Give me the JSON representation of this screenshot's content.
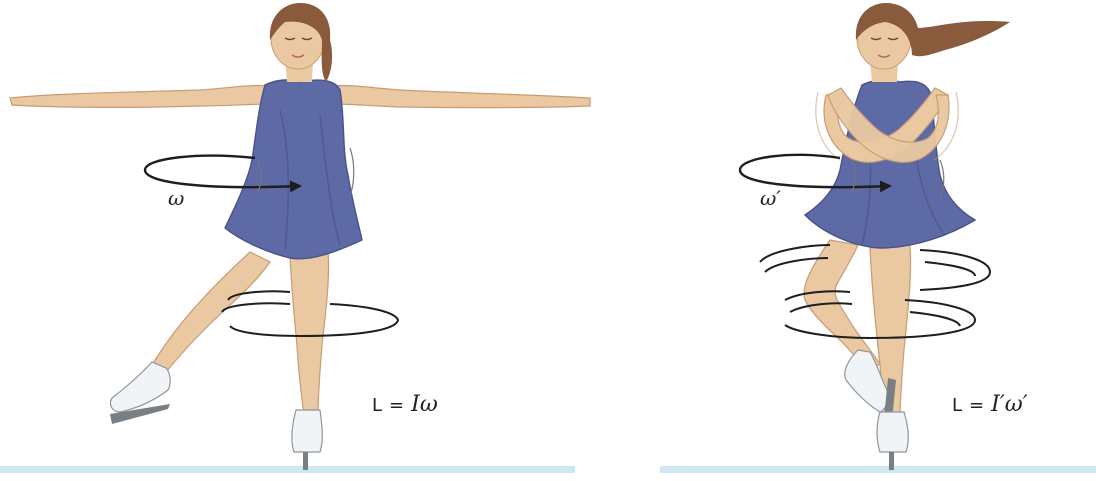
{
  "panels": [
    {
      "id": "arms-extended",
      "omega_label": "ω",
      "equation": {
        "lhs": "L",
        "op": "=",
        "rhs": "Iω"
      }
    },
    {
      "id": "arms-crossed",
      "omega_label": "ω′",
      "equation": {
        "lhs": "L",
        "op": "=",
        "rhs": "I′ω′"
      }
    }
  ],
  "colors": {
    "dress": "#5e6aa6",
    "dress_shadow": "#48528a",
    "skin": "#e9c8a2",
    "skin_shadow": "#d6aa80",
    "hair": "#8a5a3c",
    "ice": "#cfe7f2",
    "skate": "#f1f4f7",
    "blade": "#7a7f86",
    "arrow": "#1e1e1e"
  }
}
